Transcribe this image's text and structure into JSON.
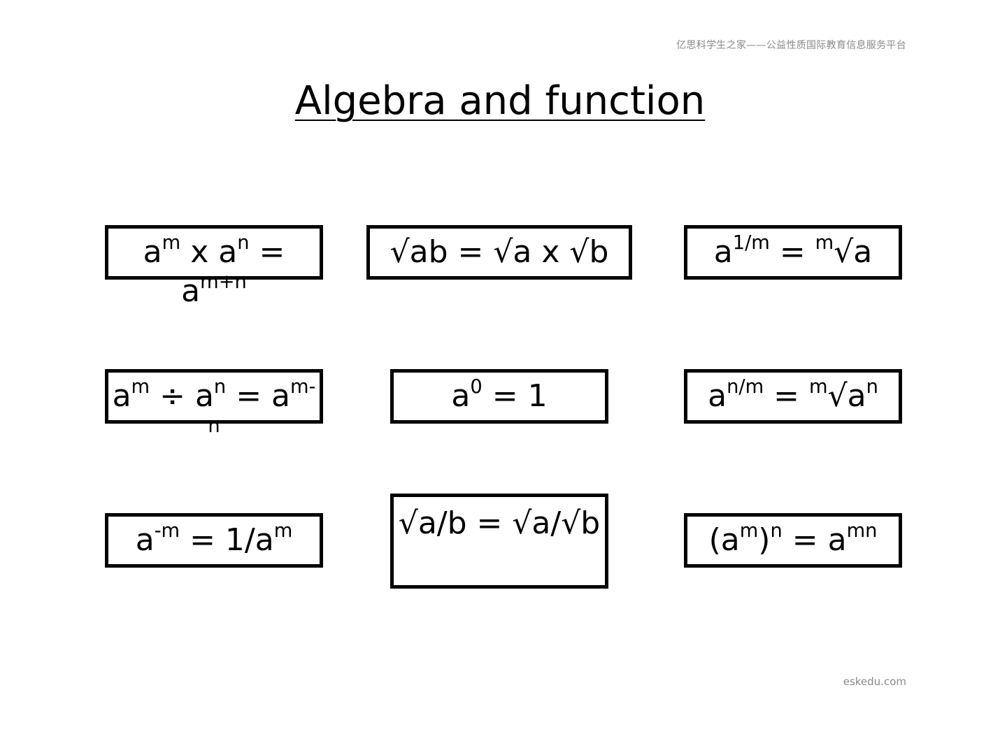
{
  "header": {
    "site_text": "亿思科学生之家——公益性质国际教育信息服务平台"
  },
  "title": "Algebra and function",
  "footer": {
    "site_url": "eskedu.com"
  },
  "cards": [
    {
      "id": "product-rule",
      "parts": [
        "a",
        "m",
        " x a",
        "n",
        " = a",
        "m+n"
      ]
    },
    {
      "id": "root-product",
      "text": "√ab = √a x √b"
    },
    {
      "id": "fractional-power",
      "parts": [
        "a",
        "1/m",
        " = ",
        "m",
        "√a"
      ]
    },
    {
      "id": "quotient-rule",
      "parts": [
        "a",
        "m",
        " ÷ a",
        "n",
        " = a",
        "m-n"
      ]
    },
    {
      "id": "zero-power",
      "parts": [
        "a",
        "0",
        " = 1"
      ]
    },
    {
      "id": "rational-power",
      "parts": [
        "a",
        "n/m",
        " = ",
        "m",
        "√a",
        "n"
      ]
    },
    {
      "id": "negative-power",
      "parts": [
        "a",
        "-m",
        " = 1/a",
        "m"
      ]
    },
    {
      "id": "root-quotient",
      "text": "√a/b = √a/√b"
    },
    {
      "id": "power-of-power",
      "parts": [
        "(a",
        "m",
        ")",
        "n",
        " = a",
        "mn"
      ]
    }
  ]
}
